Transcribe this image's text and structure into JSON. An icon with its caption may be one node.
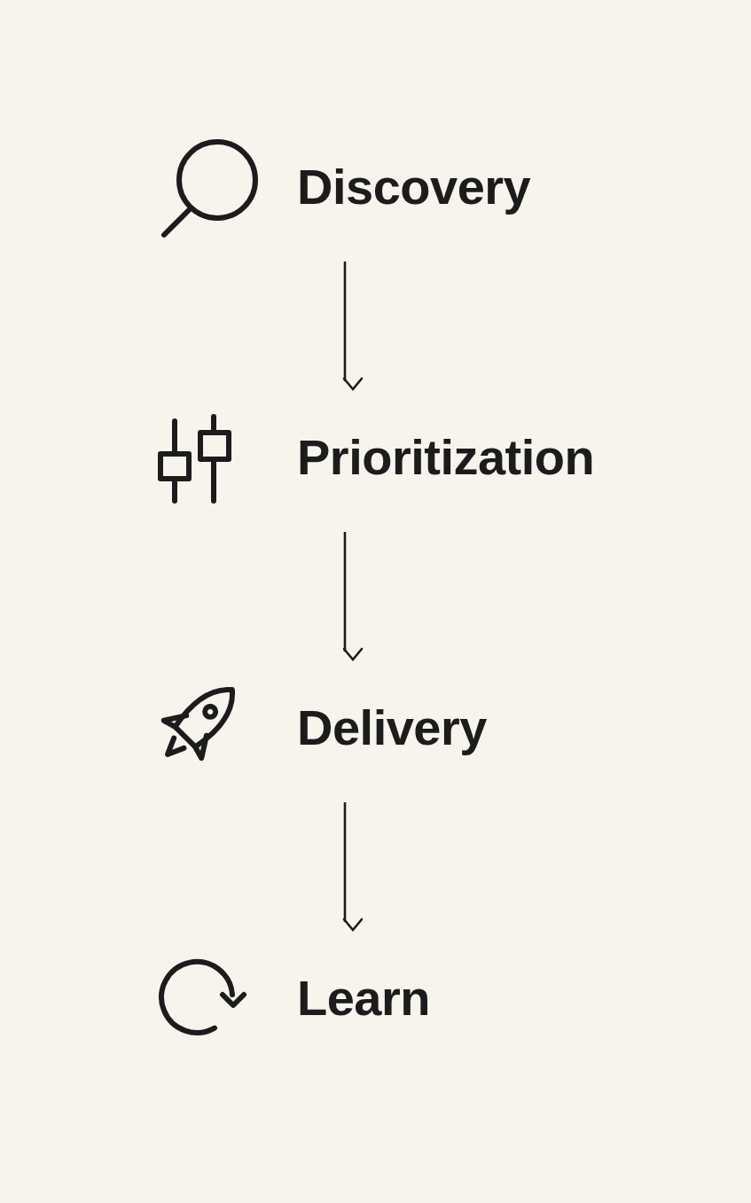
{
  "diagram": {
    "nodes": [
      {
        "text": [
          "Discovery"
        ]
      },
      {
        "text": [
          "Prioritization"
        ]
      },
      {
        "text": [
          "Delivery"
        ]
      },
      {
        "text": [
          "Learn"
        ]
      }
    ],
    "edges": [
      {
        "from": 0,
        "to": 1,
        "arrow": "to"
      },
      {
        "from": 1,
        "to": 2,
        "arrow": "to"
      },
      {
        "from": 2,
        "to": 3,
        "arrow": "to"
      }
    ]
  }
}
